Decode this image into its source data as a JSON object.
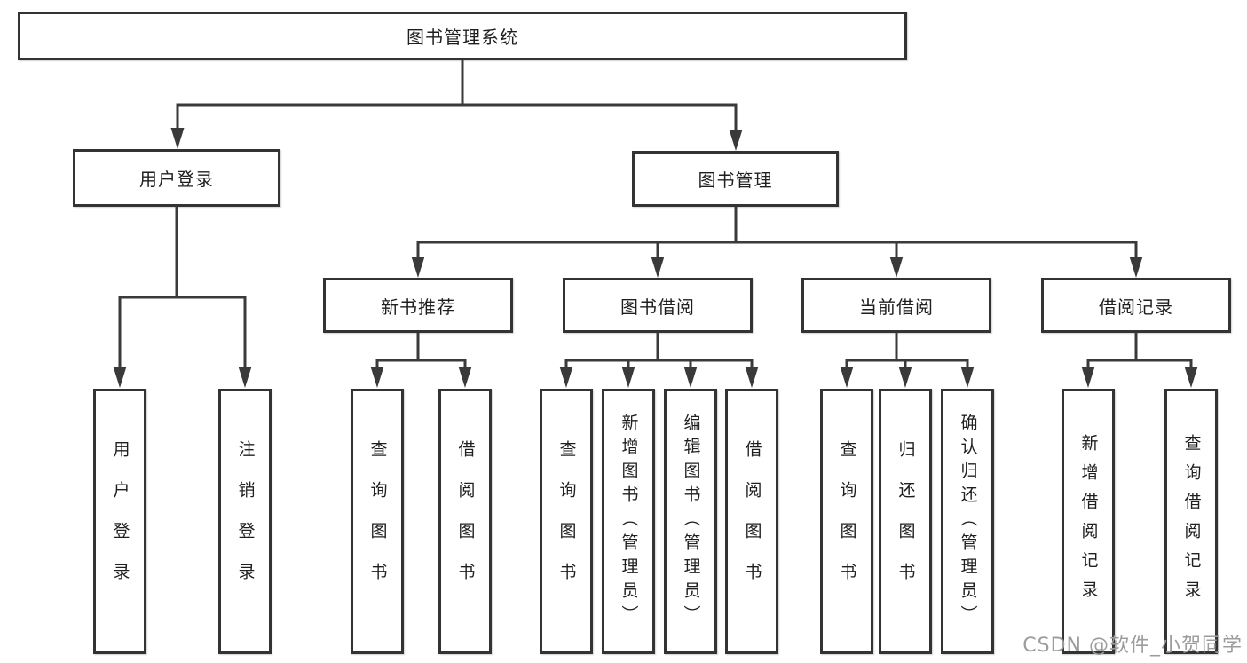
{
  "tree": {
    "label": "图书管理系统",
    "children": [
      {
        "label": "用户登录",
        "children": [
          {
            "label": "用户登录"
          },
          {
            "label": "注销登录"
          }
        ]
      },
      {
        "label": "图书管理",
        "children": [
          {
            "label": "新书推荐",
            "children": [
              {
                "label": "查询图书"
              },
              {
                "label": "借阅图书"
              }
            ]
          },
          {
            "label": "图书借阅",
            "children": [
              {
                "label": "查询图书"
              },
              {
                "label": "新增图书（管理员）"
              },
              {
                "label": "编辑图书（管理员）"
              },
              {
                "label": "借阅图书"
              }
            ]
          },
          {
            "label": "当前借阅",
            "children": [
              {
                "label": "查询图书"
              },
              {
                "label": "归还图书"
              },
              {
                "label": "确认归还（管理员）"
              }
            ]
          },
          {
            "label": "借阅记录",
            "children": [
              {
                "label": "新增借阅记录"
              },
              {
                "label": "查询借阅记录"
              }
            ]
          }
        ]
      }
    ]
  },
  "watermark": "CSDN @软件_小贺同学",
  "colors": {
    "line": "#3a3a3a",
    "box_border": "#333333",
    "box_fill": "#ffffff",
    "text": "#1f1f1f",
    "watermark": "#9c9c9c",
    "background": "#ffffff"
  }
}
